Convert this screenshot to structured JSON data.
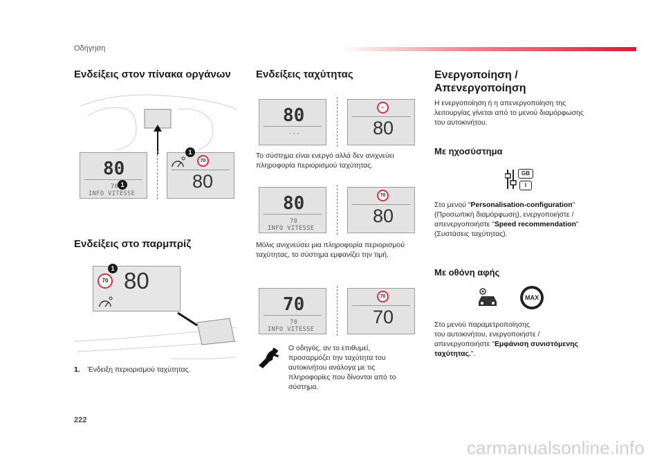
{
  "header": {
    "section": "Οδήγηση"
  },
  "col1": {
    "title": "Ενδείξεις στον πίνακα οργάνων",
    "cluster_screen": {
      "speed": "80",
      "limit": "70",
      "info": "INFO VITESSE"
    },
    "cluster_screen2": {
      "speed": "80",
      "sign": "70"
    },
    "badge": "1",
    "title2": "Ενδείξεις στο παρμπρίζ",
    "hud": {
      "sign": "70",
      "speed": "80"
    },
    "caption_num": "1.",
    "caption": "Ένδειξη περιορισμού ταχύτητας."
  },
  "col2": {
    "title": "Ενδείξεις ταχύτητας",
    "row1": {
      "left_speed": "80",
      "left_limit": "---",
      "right_sign": "--",
      "right_speed": "80"
    },
    "text1": [
      "Το σύστημα είναι ενεργό αλλά δεν ανιχνεύει",
      "πληροφορία περιορισμού ταχύτητας."
    ],
    "row2": {
      "left_speed": "80",
      "left_limit": "70",
      "left_info": "INFO VITESSE",
      "right_sign": "70",
      "right_speed": "80"
    },
    "text2": [
      "Μόλις ανιχνεύσει μια πληροφορία περιορισμού",
      "ταχύτητας, το σύστημα εμφανίζει την τιμή."
    ],
    "row3": {
      "left_speed": "70",
      "left_limit": "70",
      "left_info": "INFO VITESSE",
      "right_sign": "70",
      "right_speed": "70"
    },
    "text3": [
      "Ο οδηγός, αν το επιθυμεί,",
      "προσαρμόζει την ταχύτητα του",
      "αυτοκινήτου ανάλογα με τις",
      "πληροφορίες που δίνονται από το",
      "σύστημα."
    ]
  },
  "col3": {
    "title_line1": "Ενεργοποίηση /",
    "title_line2": "Απενεργοποίηση",
    "intro": [
      "Η ενεργοποίηση ή η απενεργοποίηση της",
      "λειτουργίας γίνεται από το μενού διαμόρφωσης",
      "του αυτοκινήτου."
    ],
    "sub1": "Με ηχοσύστημα",
    "icon1_label": "GB",
    "icon1_label2": "I",
    "text_a1": "Στο μενού \"",
    "text_a_bold1": "Personalisation-configuration",
    "text_a2": "\"",
    "text_a3": "(Προσωπική διαμόρφωση), ενεργοποιήστε /",
    "text_a4": "απενεργοποιήστε \"",
    "text_a_bold2": "Speed recommendation",
    "text_a5": "\"",
    "text_a6": "(Συστάσεις ταχύτητας).",
    "sub2": "Με οθόνη αφής",
    "max_label": "MAX",
    "text_b1": "Στο μενού παραμετροποίησης",
    "text_b2": "του αυτοκινήτου, ενεργοποιήστε /",
    "text_b3": "απενεργοποιήστε \"",
    "text_b_bold1": "Εμφάνιση συνιστόμενης",
    "text_b_bold2": "ταχύτητας.",
    "text_b4": "\"."
  },
  "footer": {
    "page": "222",
    "watermark": "carmanualsonline.info"
  }
}
